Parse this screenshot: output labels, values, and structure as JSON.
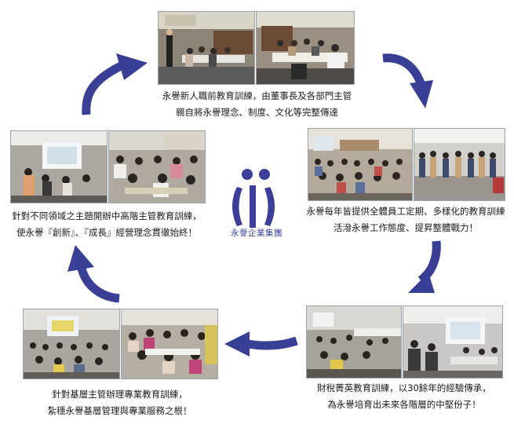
{
  "brand": {
    "name": "永譽企業集團",
    "color": "#3b3f9a"
  },
  "steps": [
    {
      "id": "top",
      "lines": [
        "永譽新人職前教育訓練，由董事長及各部門主管",
        "親自將永譽理念、制度、文化等完整傳達"
      ]
    },
    {
      "id": "right",
      "lines": [
        "永譽每年皆提供全體員工定期、多樣化的教育訓練",
        "活潑永譽工作態度、提昇整體戰力！"
      ]
    },
    {
      "id": "bottom-right",
      "lines": [
        "財稅菁英教育訓練，以30餘年的經驗傳承，",
        "為永譽培育出未來各階層的中堅份子！"
      ]
    },
    {
      "id": "bottom-left",
      "lines": [
        "針對基層主管辦理專業教育訓練，",
        "紮穩永譽基層管理與專業服務之根！"
      ]
    },
    {
      "id": "left",
      "lines": [
        "針對不同領域之主題開辦中高階主管教育訓練，",
        "使永譽『創新』、『成長』經營理念貫徹始終！"
      ]
    }
  ],
  "colors": {
    "arrow": "#3a3f96",
    "photo_border": "#9aa4ad"
  }
}
